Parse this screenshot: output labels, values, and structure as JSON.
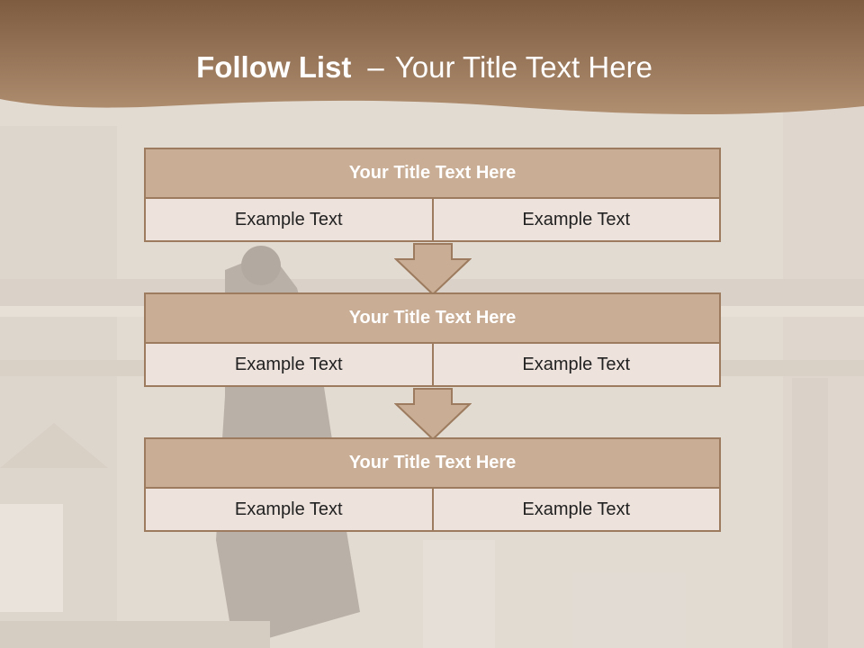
{
  "slide": {
    "title_bold": "Follow List",
    "title_dash": "–",
    "title_rest": "Your Title Text Here",
    "colors": {
      "banner": "#9b7352",
      "block_title_fill": "#c9ad94",
      "block_border": "#9c7b5e",
      "cell_fill": "#ede2dc",
      "arrow_fill": "#c9ad94"
    },
    "blocks": [
      {
        "title": "Your Title Text Here",
        "left": "Example Text",
        "right": "Example Text"
      },
      {
        "title": "Your Title Text Here",
        "left": "Example Text",
        "right": "Example Text"
      },
      {
        "title": "Your Title Text Here",
        "left": "Example Text",
        "right": "Example Text"
      }
    ],
    "arrow_icon": "down-arrow-icon"
  }
}
